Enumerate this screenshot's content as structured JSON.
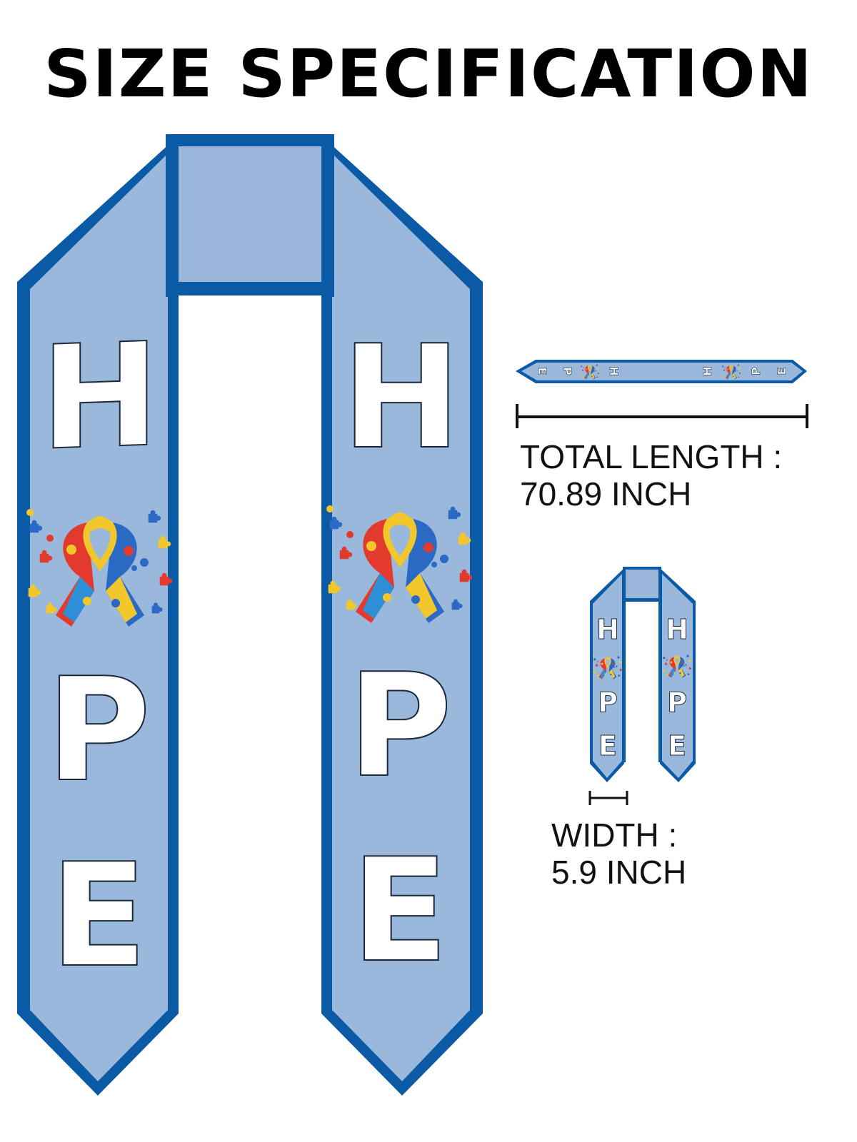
{
  "title": "SIZE SPECIFICATION",
  "stole": {
    "letters": [
      "H",
      "P",
      "E"
    ],
    "fabric_color": "#9ab7dc",
    "trim_color": "#0b5aa5",
    "letter_color": "#ffffff",
    "ribbon_icon": "autism-awareness-puzzle-ribbon-icon"
  },
  "length_spec": {
    "label": "TOTAL LENGTH :",
    "value": "70.89 INCH"
  },
  "width_spec": {
    "label": "WIDTH :",
    "value": "5.9 INCH"
  }
}
